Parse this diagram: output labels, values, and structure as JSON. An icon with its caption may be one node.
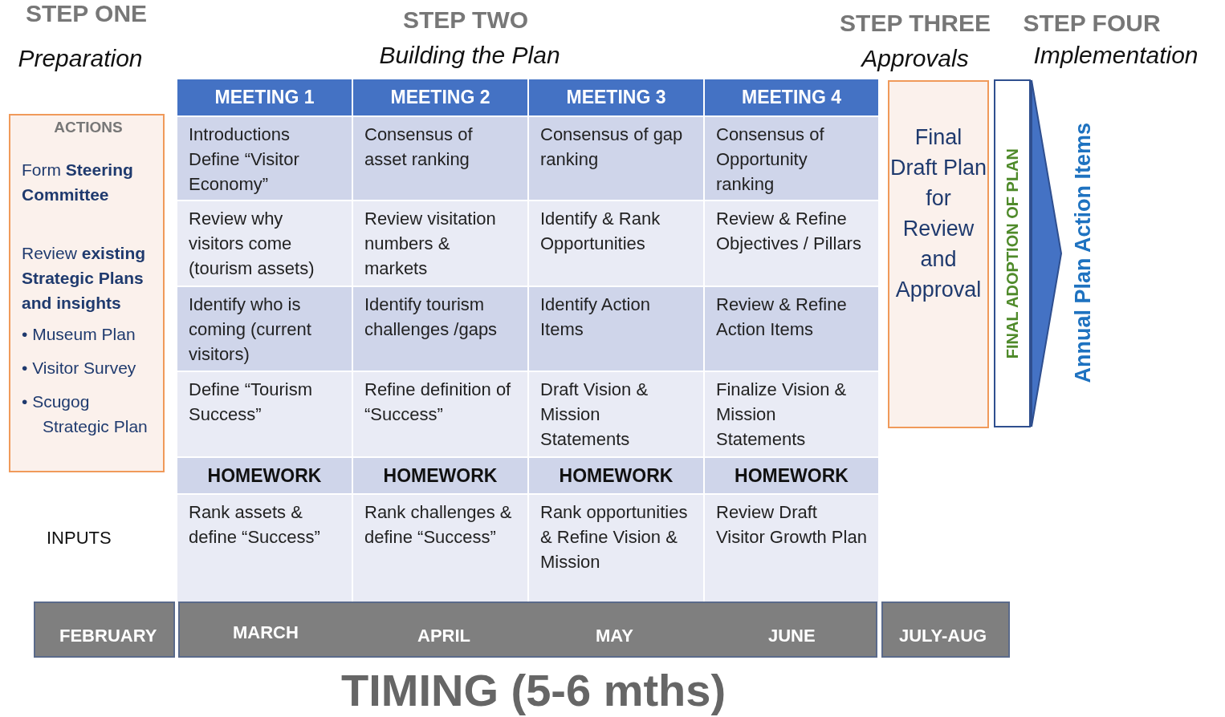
{
  "diagram": {
    "caption": "TIMING (5-6 mths)",
    "nodes": [
      {
        "text": [
          "ACTIONS",
          "Form **Steering Committee**",
          "Review **existing Strategic Plans and insights**",
          "• Museum Plan",
          "• Visitor Survey",
          "• Scugog Strategic Plan"
        ]
      },
      {
        "text": [
          "Final Draft Plan for Review and Approval"
        ]
      },
      {
        "text": [
          "FINAL ADOPTION OF PLAN"
        ]
      },
      {
        "text": [
          "Annual Plan Action Items"
        ]
      },
      {
        "text": [
          "FEBRUARY"
        ]
      },
      {
        "text": [
          "MARCH",
          "APRIL",
          "MAY",
          "JUNE"
        ]
      },
      {
        "text": [
          "JULY-AUG"
        ]
      }
    ],
    "edges": [
      {
        "from": 2,
        "to": 3,
        "arrow": "to",
        "style": "thick"
      }
    ],
    "labels": [
      "STEP ONE",
      "STEP TWO",
      "STEP THREE",
      "STEP FOUR",
      "Preparation",
      "Building the Plan",
      "Approvals",
      "Implementation",
      "MEETING 1",
      "MEETING 2",
      "MEETING 3",
      "MEETING 4",
      "Introductions Define “Visitor Economy”",
      "Consensus of asset ranking",
      "Consensus of gap ranking",
      "Consensus of Opportunity ranking",
      "Review why visitors come (tourism assets)",
      "Review visitation numbers & markets",
      "Identify & Rank Opportunities",
      "Review & Refine Objectives / Pillars",
      "Identify  who is coming (current visitors)",
      "Identify tourism challenges /gaps",
      "Identify Action Items",
      "Review & Refine Action Items",
      "Define “Tourism Success”",
      "Refine definition of “Success”",
      "Draft Vision & Mission Statements",
      "Finalize Vision & Mission Statements",
      "HOMEWORK",
      "HOMEWORK",
      "HOMEWORK",
      "HOMEWORK",
      "Rank assets & define “Success”",
      "Rank challenges & define “Success”",
      "Rank opportunities & Refine Vision & Mission",
      "Review Draft Visitor Growth Plan",
      "INPUTS"
    ]
  }
}
